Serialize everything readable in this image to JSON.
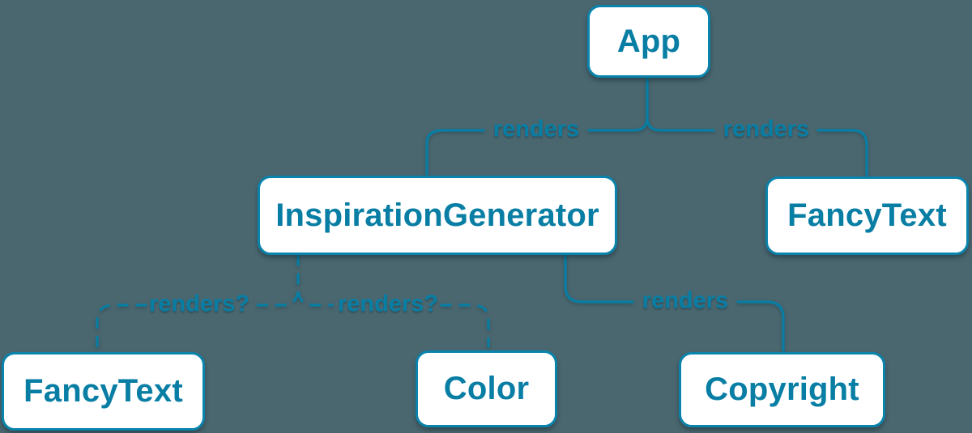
{
  "theme": {
    "background": "#4A6770",
    "accent": "#087EA4",
    "box_fill": "#FFFFFF",
    "box_border": "#0A84AC"
  },
  "diagram": {
    "type": "component-render-tree",
    "nodes": [
      {
        "id": "app",
        "label": "App"
      },
      {
        "id": "inspiration-generator",
        "label": "InspirationGenerator"
      },
      {
        "id": "fancy-text-top",
        "label": "FancyText"
      },
      {
        "id": "fancy-text-bottom",
        "label": "FancyText"
      },
      {
        "id": "color",
        "label": "Color"
      },
      {
        "id": "copyright",
        "label": "Copyright"
      }
    ],
    "edges": [
      {
        "from": "App",
        "to": "InspirationGenerator",
        "label": "renders",
        "style": "solid"
      },
      {
        "from": "App",
        "to": "FancyText",
        "label": "renders",
        "style": "solid"
      },
      {
        "from": "InspirationGenerator",
        "to": "FancyText",
        "label": "renders?",
        "style": "dashed"
      },
      {
        "from": "InspirationGenerator",
        "to": "Color",
        "label": "renders?",
        "style": "dashed"
      },
      {
        "from": "InspirationGenerator",
        "to": "Copyright",
        "label": "renders",
        "style": "solid"
      }
    ]
  }
}
